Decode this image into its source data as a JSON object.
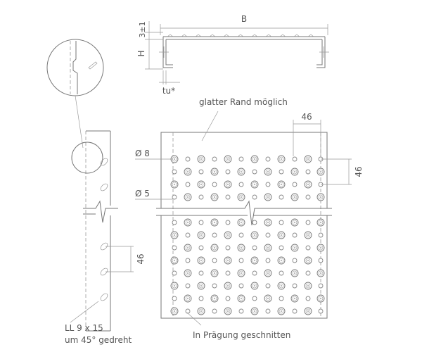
{
  "labels": {
    "width": "B",
    "height": "H",
    "lip": "3±1",
    "thickness": "tu*",
    "smooth_edge": "glatter Rand möglich",
    "dim_h": "46",
    "dim_v_right": "46",
    "dim_v_left": "46",
    "hole_big": "Ø 8",
    "hole_small": "Ø 5",
    "slot_line1": "LL 9 x 15",
    "slot_line2": "um 45° gedreht",
    "embossing": "In Prägung geschnitten"
  }
}
